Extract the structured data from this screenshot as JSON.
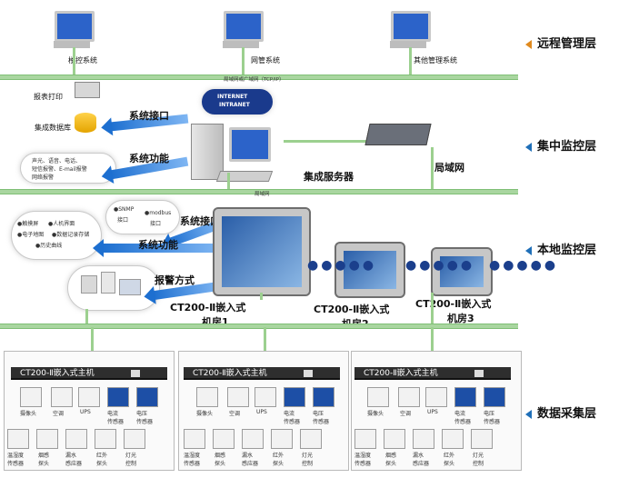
{
  "layers": {
    "remote": "远程管理层",
    "central": "集中监控层",
    "local": "本地监控层",
    "acquisition": "数据采集层"
  },
  "top": {
    "systems": [
      "楼控系统",
      "网管系统",
      "其他管理系统"
    ],
    "bus_label": "局域网或广域网（TCP/IP）"
  },
  "central": {
    "report_print": "报表打印",
    "database": "集成数据库",
    "cloud_text": [
      "声光、语音、电话、",
      "短信报警、E-mail报警",
      "网络报警"
    ],
    "internet": "INTERNET",
    "intranet": "INTRANET",
    "system_interface": "系统接口",
    "system_function": "系统功能",
    "server": "集成服务器",
    "lan": "局域网",
    "bus_label": "局域网"
  },
  "local": {
    "cloud_left": [
      "●触摸屏",
      "●人机界面",
      "●电子地图",
      "●数据记录存储",
      "●历史曲线"
    ],
    "cloud_snmp": [
      "●SNMP",
      "接口"
    ],
    "cloud_modbus": [
      "●modbus",
      "接口"
    ],
    "system_interface": "系统接口",
    "system_function": "系统功能",
    "alarm_mode": "报警方式",
    "rooms": [
      {
        "name": "CT200-Ⅱ嵌入式",
        "room": "机房1"
      },
      {
        "name": "CT200-Ⅱ嵌入式",
        "room": "机房2"
      },
      {
        "name": "CT200-Ⅱ嵌入式",
        "room": "机房3"
      }
    ],
    "dots": "●●●●●"
  },
  "acquisition": {
    "host_label": "CT200-Ⅱ嵌入式主机",
    "row1": [
      "摄像头",
      "空调",
      "UPS",
      "电流\n传感器",
      "电压\n传感器"
    ],
    "row2": [
      "温湿度\n传感器",
      "烟感\n探头",
      "漏水\n感应器",
      "红外\n探头",
      "灯光\n控制"
    ]
  },
  "colors": {
    "bus": "#a9d6a0",
    "arrow_blue": "#1d6fd0",
    "layer_orange": "#e08a1e",
    "layer_blue": "#1f6fb8"
  }
}
